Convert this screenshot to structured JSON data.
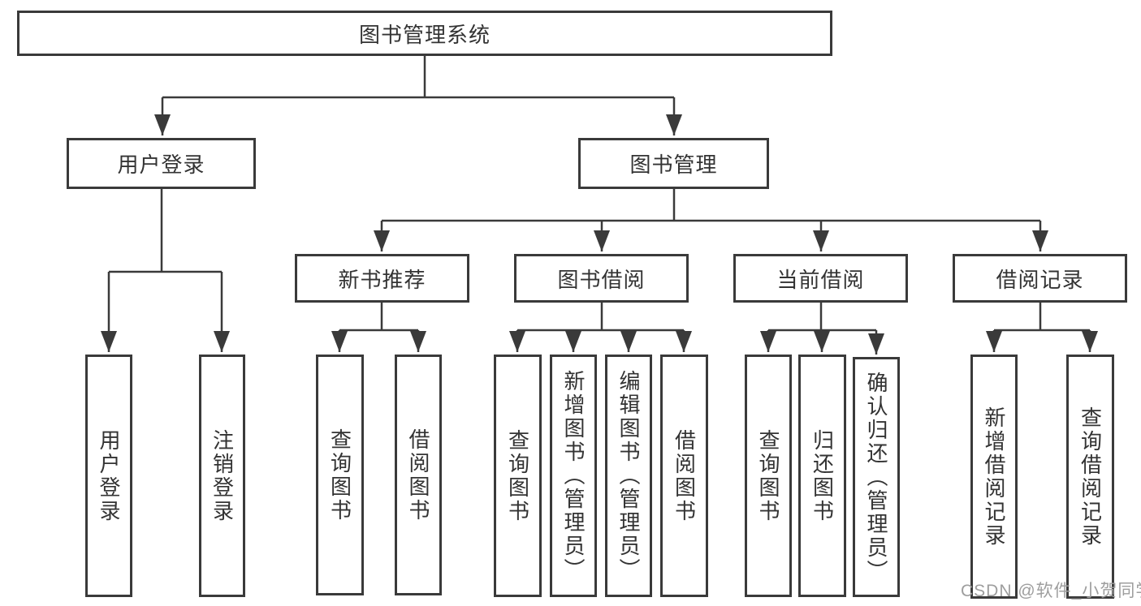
{
  "diagram_title": "图书管理系统",
  "tree": {
    "label": "图书管理系统",
    "children": [
      {
        "label": "用户登录",
        "children": [
          {
            "label": "用户登录"
          },
          {
            "label": "注销登录"
          }
        ]
      },
      {
        "label": "图书管理",
        "children": [
          {
            "label": "新书推荐",
            "children": [
              {
                "label": "查询图书"
              },
              {
                "label": "借阅图书"
              }
            ]
          },
          {
            "label": "图书借阅",
            "children": [
              {
                "label": "查询图书"
              },
              {
                "label": "新增图书（管理员）"
              },
              {
                "label": "编辑图书（管理员）"
              },
              {
                "label": "借阅图书"
              }
            ]
          },
          {
            "label": "当前借阅",
            "children": [
              {
                "label": "查询图书"
              },
              {
                "label": "归还图书"
              },
              {
                "label": "确认归还（管理员）"
              }
            ]
          },
          {
            "label": "借阅记录",
            "children": [
              {
                "label": "新增借阅记录"
              },
              {
                "label": "查询借阅记录"
              }
            ]
          }
        ]
      }
    ]
  },
  "watermark": {
    "text": "CSDN @软件_小贺同学"
  },
  "colors": {
    "line": "#3a3a3a",
    "text": "#333333",
    "background": "#ffffff",
    "watermark": "#9e9e9e"
  }
}
